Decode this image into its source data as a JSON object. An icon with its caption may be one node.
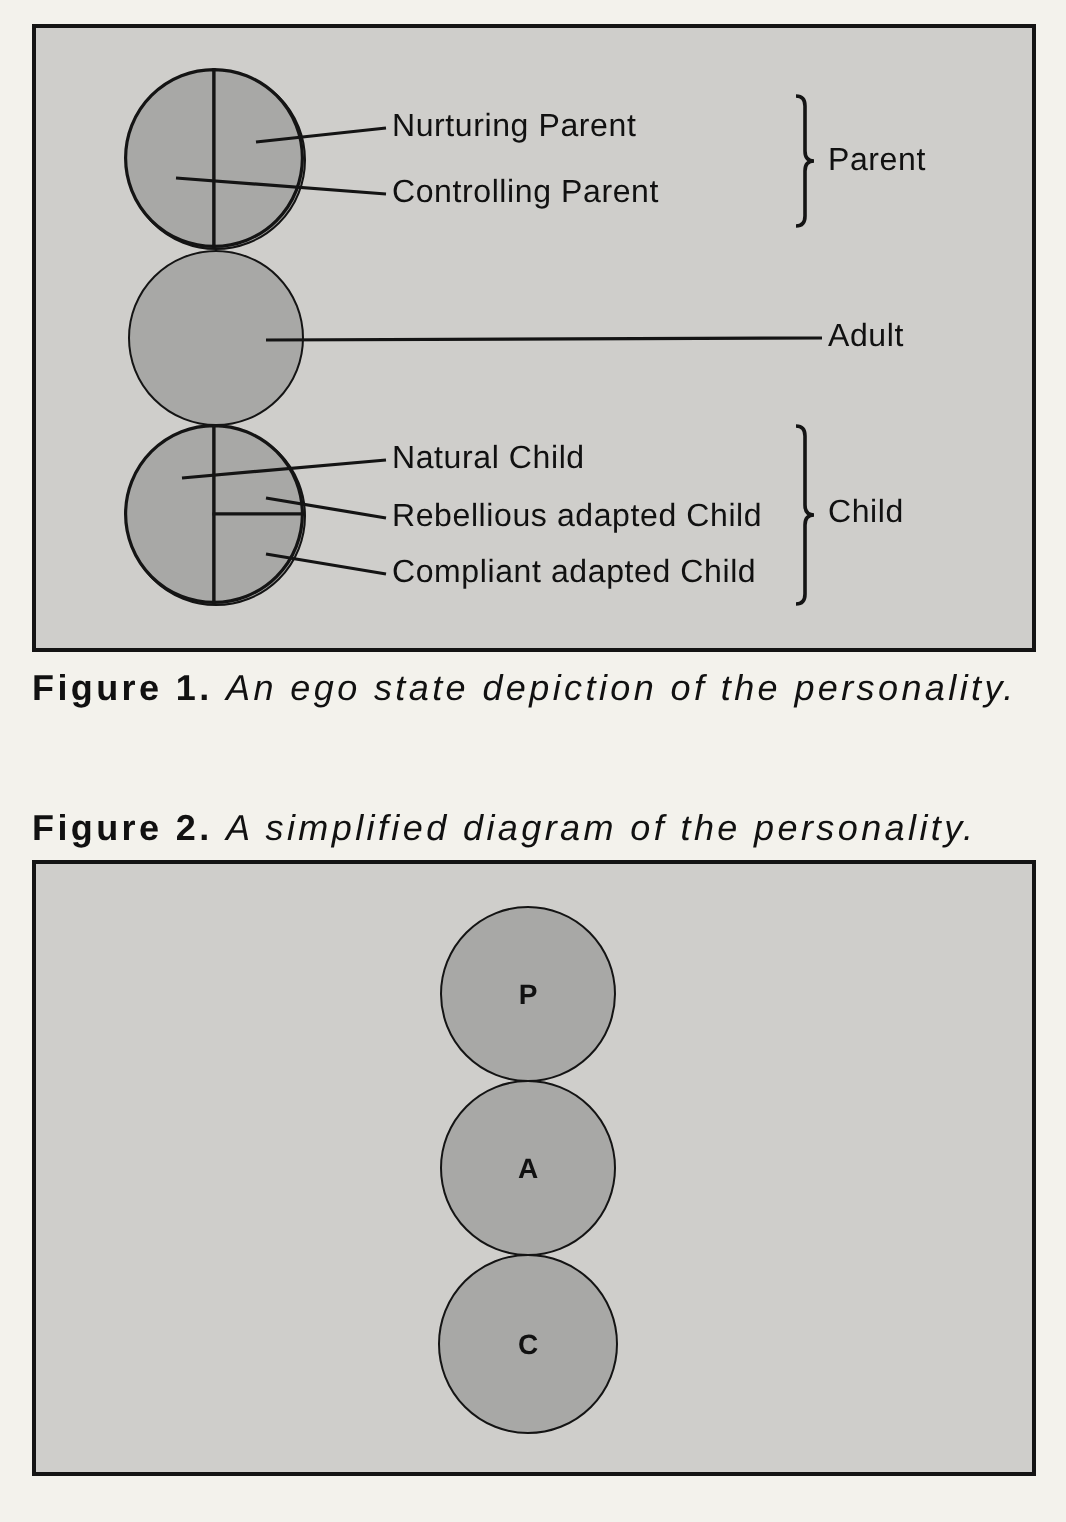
{
  "diagram": {
    "nodes": [
      {
        "text": [],
        "shape": "circle"
      },
      {
        "text": [],
        "shape": "semicircle",
        "in": 0
      },
      {
        "text": [],
        "shape": "semicircle",
        "in": 0
      },
      {
        "text": [
          "Nurturing Parent"
        ]
      },
      {
        "text": [
          "Controlling Parent"
        ]
      },
      {
        "text": [],
        "shape": "circle"
      },
      {
        "text": [
          "Adult"
        ]
      },
      {
        "text": [],
        "shape": "circle"
      },
      {
        "text": [],
        "shape": "semicircle",
        "in": 7
      },
      {
        "text": [],
        "shape": "quadrant",
        "in": 7
      },
      {
        "text": [],
        "shape": "quadrant",
        "in": 7
      },
      {
        "text": [
          "Natural Child"
        ]
      },
      {
        "text": [
          "Rebellious adapted Child"
        ]
      },
      {
        "text": [
          "Compliant adapted Child"
        ]
      },
      {
        "text": [
          "P"
        ]
      },
      {
        "text": [
          "A"
        ]
      },
      {
        "text": [
          "C"
        ]
      }
    ],
    "edges": [
      {
        "from": 3,
        "to": 2,
        "arrow": "none"
      },
      {
        "from": 4,
        "to": 1,
        "arrow": "none"
      },
      {
        "from": 6,
        "to": 5,
        "arrow": "none"
      },
      {
        "from": 11,
        "to": 8,
        "arrow": "none"
      },
      {
        "from": 12,
        "to": 9,
        "arrow": "none"
      },
      {
        "from": 13,
        "to": 10,
        "arrow": "none"
      }
    ],
    "labels": [
      "Parent",
      "Child",
      "**Figure 1.** *An ego state depiction of the personality.*",
      "**Figure 2.** *A simplified diagram of the personality.*"
    ]
  }
}
